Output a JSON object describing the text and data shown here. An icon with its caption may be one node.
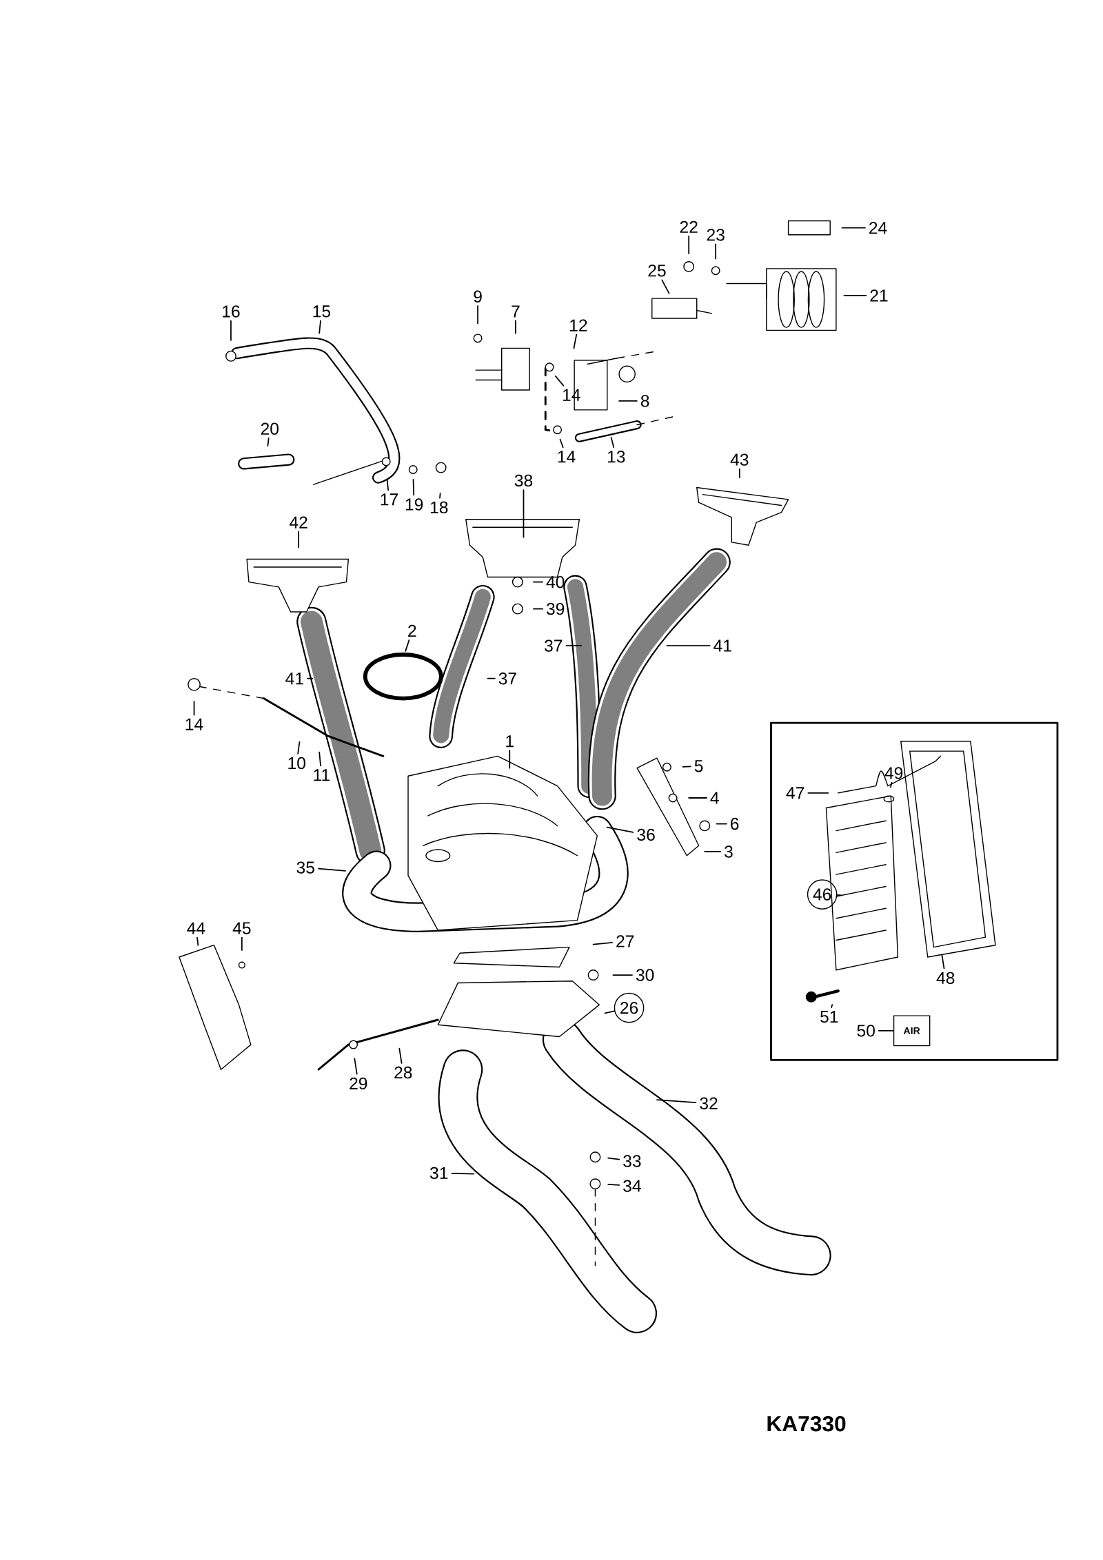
{
  "diagram": {
    "nodes": [
      {
        "text": [
          "16"
        ]
      },
      {
        "text": [
          "15"
        ]
      },
      {
        "text": [
          "9"
        ]
      },
      {
        "text": [
          "7"
        ]
      },
      {
        "text": [
          "12"
        ]
      },
      {
        "text": [
          "14"
        ]
      },
      {
        "text": [
          "8"
        ]
      },
      {
        "text": [
          "14"
        ]
      },
      {
        "text": [
          "13"
        ]
      },
      {
        "text": [
          "22"
        ]
      },
      {
        "text": [
          "23"
        ]
      },
      {
        "text": [
          "24"
        ]
      },
      {
        "text": [
          "25"
        ]
      },
      {
        "text": [
          "21"
        ]
      },
      {
        "text": [
          "20"
        ]
      },
      {
        "text": [
          "17"
        ]
      },
      {
        "text": [
          "19"
        ]
      },
      {
        "text": [
          "18"
        ]
      },
      {
        "text": [
          "38"
        ]
      },
      {
        "text": [
          "42"
        ]
      },
      {
        "text": [
          "43"
        ]
      },
      {
        "text": [
          "40"
        ]
      },
      {
        "text": [
          "39"
        ]
      },
      {
        "text": [
          "2"
        ]
      },
      {
        "text": [
          "37"
        ]
      },
      {
        "text": [
          "41"
        ]
      },
      {
        "text": [
          "37"
        ]
      },
      {
        "text": [
          "41"
        ]
      },
      {
        "text": [
          "14"
        ]
      },
      {
        "text": [
          "10"
        ]
      },
      {
        "text": [
          "11"
        ]
      },
      {
        "text": [
          "1"
        ]
      },
      {
        "text": [
          "5"
        ]
      },
      {
        "text": [
          "4"
        ]
      },
      {
        "text": [
          "6"
        ]
      },
      {
        "text": [
          "36"
        ]
      },
      {
        "text": [
          "3"
        ]
      },
      {
        "text": [
          "35"
        ]
      },
      {
        "text": [],
        "shape": "box"
      },
      {
        "text": [
          "47"
        ],
        "in": 38
      },
      {
        "text": [
          "49"
        ],
        "in": 38
      },
      {
        "text": [
          "46"
        ],
        "in": 38
      },
      {
        "text": [
          "48"
        ],
        "in": 38
      },
      {
        "text": [
          "51"
        ],
        "in": 38
      },
      {
        "text": [
          "50"
        ],
        "in": 38
      },
      {
        "text": [
          "44"
        ]
      },
      {
        "text": [
          "45"
        ]
      },
      {
        "text": [
          "27"
        ]
      },
      {
        "text": [
          "30"
        ]
      },
      {
        "text": [
          "26"
        ]
      },
      {
        "text": [
          "29"
        ]
      },
      {
        "text": [
          "28"
        ]
      },
      {
        "text": [
          "32"
        ]
      },
      {
        "text": [
          "33"
        ]
      },
      {
        "text": [
          "34"
        ]
      },
      {
        "text": [
          "31"
        ]
      },
      {
        "text": [
          "AIR"
        ],
        "in": 38
      }
    ],
    "edges": [
      {
        "from": 0,
        "to": null,
        "arrow": "none"
      },
      {
        "from": 1,
        "to": null,
        "arrow": "none"
      },
      {
        "from": 2,
        "to": null,
        "arrow": "none"
      },
      {
        "from": 3,
        "to": null,
        "arrow": "none"
      },
      {
        "from": 4,
        "to": null,
        "arrow": "none"
      },
      {
        "from": 5,
        "to": null,
        "arrow": "none"
      },
      {
        "from": 6,
        "to": null,
        "arrow": "none"
      },
      {
        "from": 7,
        "to": null,
        "arrow": "none"
      },
      {
        "from": 8,
        "to": null,
        "arrow": "none"
      },
      {
        "from": 9,
        "to": null,
        "arrow": "none"
      },
      {
        "from": 10,
        "to": null,
        "arrow": "none"
      },
      {
        "from": 11,
        "to": null,
        "arrow": "none"
      },
      {
        "from": 12,
        "to": null,
        "arrow": "none"
      },
      {
        "from": 13,
        "to": null,
        "arrow": "none"
      },
      {
        "from": 14,
        "to": null,
        "arrow": "none"
      },
      {
        "from": 15,
        "to": null,
        "arrow": "none"
      },
      {
        "from": 16,
        "to": null,
        "arrow": "none"
      },
      {
        "from": 17,
        "to": null,
        "arrow": "none"
      },
      {
        "from": 18,
        "to": null,
        "arrow": "none"
      },
      {
        "from": 19,
        "to": null,
        "arrow": "none"
      },
      {
        "from": 20,
        "to": null,
        "arrow": "none"
      },
      {
        "from": 21,
        "to": null,
        "arrow": "none"
      },
      {
        "from": 22,
        "to": null,
        "arrow": "none"
      },
      {
        "from": 23,
        "to": null,
        "arrow": "none"
      },
      {
        "from": 24,
        "to": null,
        "arrow": "none"
      },
      {
        "from": 25,
        "to": null,
        "arrow": "none"
      },
      {
        "from": 26,
        "to": null,
        "arrow": "none"
      },
      {
        "from": 27,
        "to": null,
        "arrow": "none"
      },
      {
        "from": 28,
        "to": null,
        "arrow": "none"
      },
      {
        "from": 29,
        "to": null,
        "arrow": "none"
      },
      {
        "from": 30,
        "to": null,
        "arrow": "none"
      },
      {
        "from": 31,
        "to": null,
        "arrow": "none"
      },
      {
        "from": 32,
        "to": null,
        "arrow": "none"
      },
      {
        "from": 33,
        "to": null,
        "arrow": "none"
      },
      {
        "from": 34,
        "to": null,
        "arrow": "none"
      },
      {
        "from": 35,
        "to": null,
        "arrow": "none"
      },
      {
        "from": 36,
        "to": null,
        "arrow": "none"
      },
      {
        "from": 37,
        "to": null,
        "arrow": "none"
      },
      {
        "from": 39,
        "to": null,
        "arrow": "none"
      },
      {
        "from": 40,
        "to": null,
        "arrow": "none"
      },
      {
        "from": 41,
        "to": null,
        "arrow": "none"
      },
      {
        "from": 42,
        "to": null,
        "arrow": "none"
      },
      {
        "from": 43,
        "to": null,
        "arrow": "none"
      },
      {
        "from": 44,
        "to": 56,
        "arrow": "none"
      },
      {
        "from": 45,
        "to": null,
        "arrow": "none"
      },
      {
        "from": 46,
        "to": null,
        "arrow": "none"
      },
      {
        "from": 47,
        "to": null,
        "arrow": "none"
      },
      {
        "from": 48,
        "to": null,
        "arrow": "none"
      },
      {
        "from": 49,
        "to": null,
        "arrow": "none"
      },
      {
        "from": 50,
        "to": null,
        "arrow": "none"
      },
      {
        "from": 51,
        "to": null,
        "arrow": "none"
      },
      {
        "from": 52,
        "to": null,
        "arrow": "none"
      },
      {
        "from": 53,
        "to": null,
        "arrow": "none"
      },
      {
        "from": 54,
        "to": null,
        "arrow": "none"
      },
      {
        "from": 55,
        "to": null,
        "arrow": "none"
      }
    ],
    "labels": [
      "KA7330"
    ]
  }
}
